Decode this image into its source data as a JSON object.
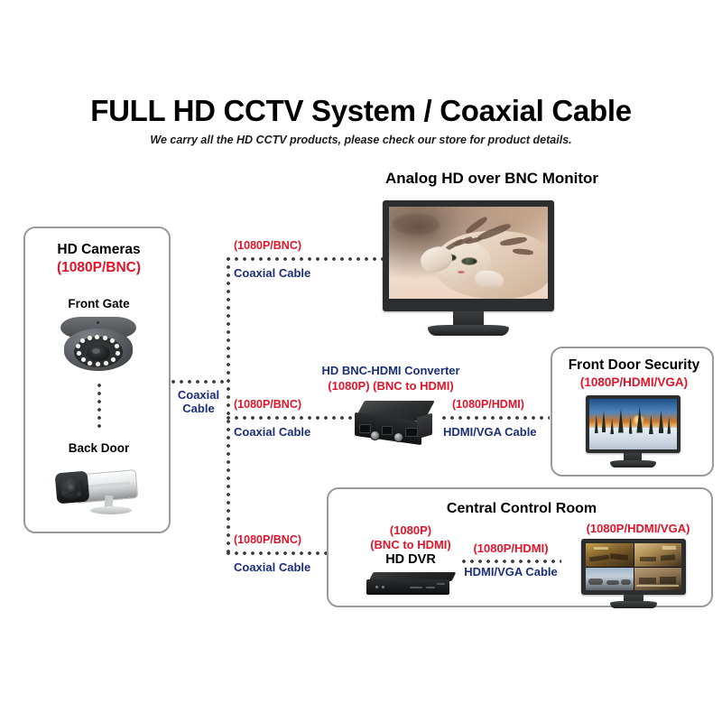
{
  "header": {
    "title": "FULL HD CCTV System / Coaxial Cable",
    "subtitle": "We carry all the HD CCTV products, please check our store for product details."
  },
  "cameras_panel": {
    "title": "HD Cameras",
    "spec": "(1080P/BNC)",
    "camera_1_label": "Front Gate",
    "camera_1_type": "dome-camera",
    "camera_2_label": "Back Door",
    "camera_2_type": "bullet-camera"
  },
  "trunk": {
    "label_line1": "Coaxial",
    "label_line2": "Cable"
  },
  "monitor_top": {
    "title": "Analog HD over BNC Monitor",
    "screen_content": "kitten-image"
  },
  "converter": {
    "title": "HD BNC-HDMI Converter",
    "spec": "(1080P) (BNC to HDMI)",
    "device": "bnc-hdmi-converter"
  },
  "front_door_panel": {
    "title": "Front Door Security",
    "spec": "(1080P/HDMI/VGA)",
    "screen_content": "snow-forest-image"
  },
  "control_room_panel": {
    "title": "Central Control Room",
    "dvr_spec_line1": "(1080P)",
    "dvr_spec_line2": "(BNC to HDMI)",
    "dvr_label": "HD DVR",
    "monitor_spec": "(1080P/HDMI/VGA)",
    "cable_spec": "(1080P/HDMI)",
    "cable_label": "HDMI/VGA Cable",
    "screen_content": "quad-view-surveillance"
  },
  "links": {
    "top_spec": "(1080P/BNC)",
    "top_label": "Coaxial Cable",
    "mid_spec": "(1080P/BNC)",
    "mid_label": "Coaxial Cable",
    "bottom_spec": "(1080P/BNC)",
    "bottom_label": "Coaxial Cable",
    "converter_out_spec": "(1080P/HDMI)",
    "converter_out_label": "HDMI/VGA Cable"
  },
  "colors": {
    "spec_red": "#e0152a",
    "cable_navy": "#1b2e7a",
    "panel_border": "#9a9a9a",
    "text_black": "#000000"
  }
}
